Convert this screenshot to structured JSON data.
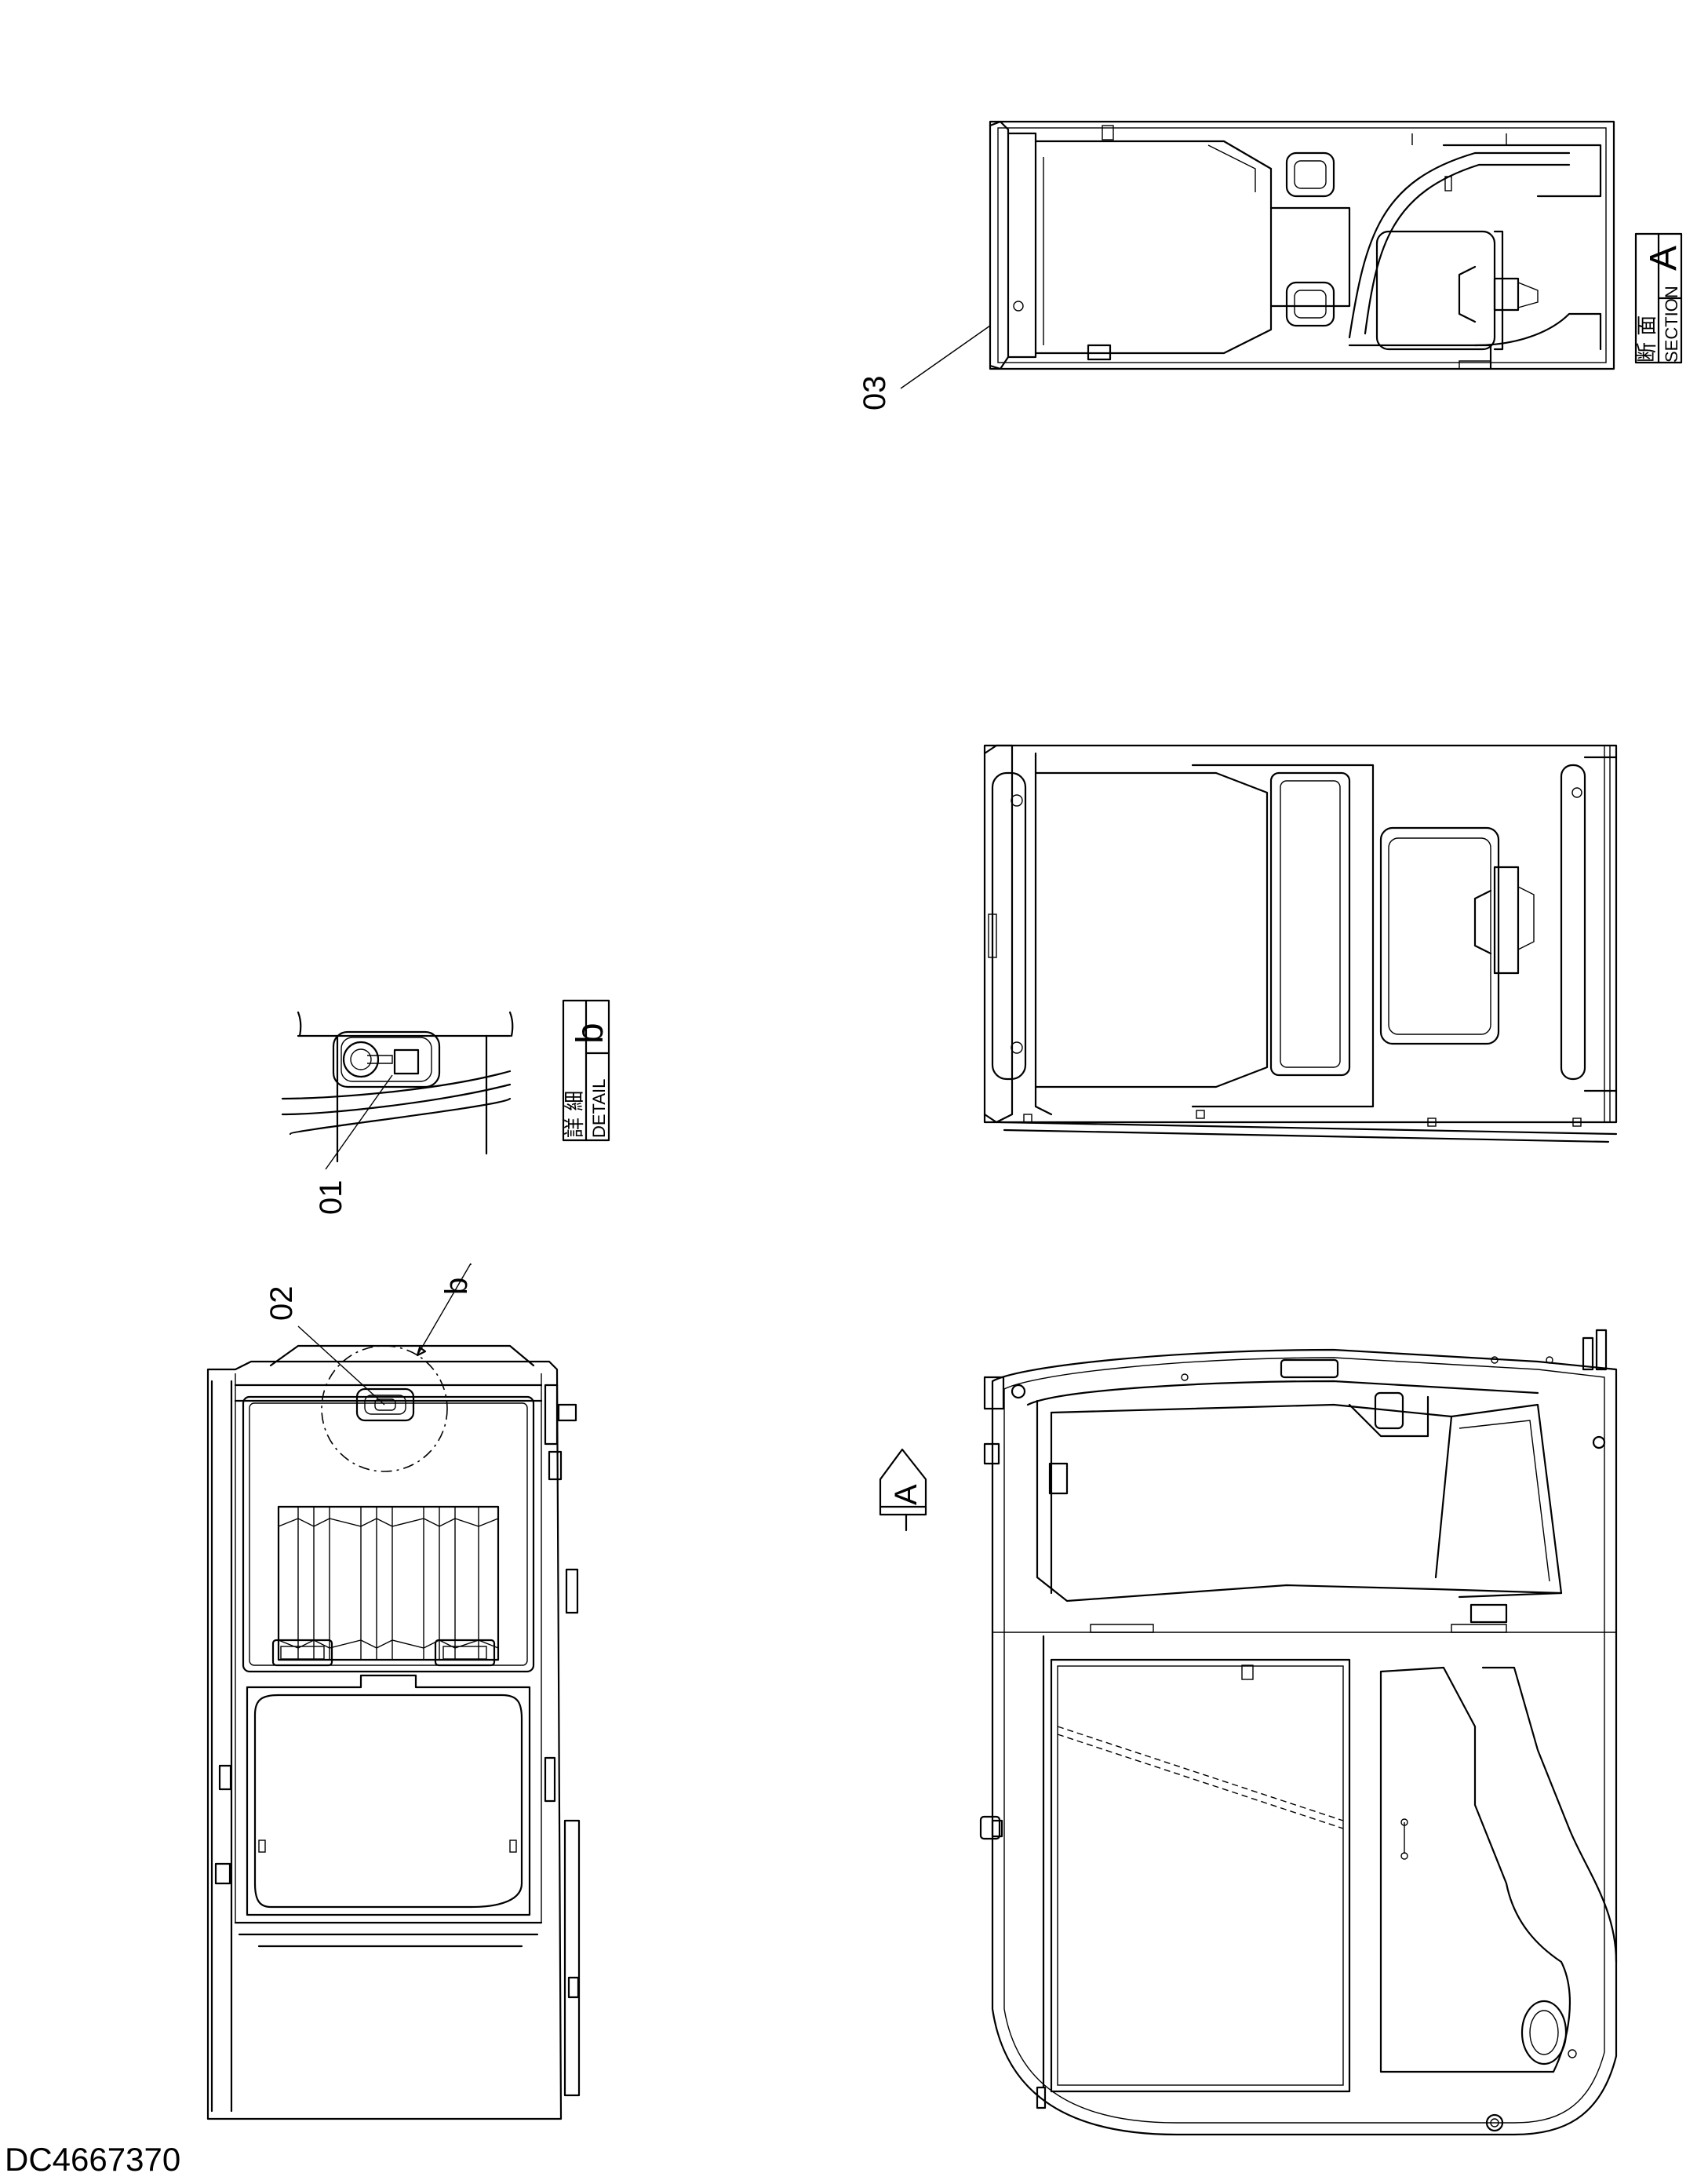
{
  "drawing_number": "DC4667370",
  "callouts": {
    "part_01": "01",
    "part_02": "02",
    "part_03": "03",
    "detail_ref": "b",
    "view_arrow": "A"
  },
  "section_box": {
    "kanji": "断 面",
    "english": "SECTION",
    "letter": "A"
  },
  "detail_box": {
    "kanji": "詳 細",
    "english": "DETAIL",
    "letter": "b"
  }
}
